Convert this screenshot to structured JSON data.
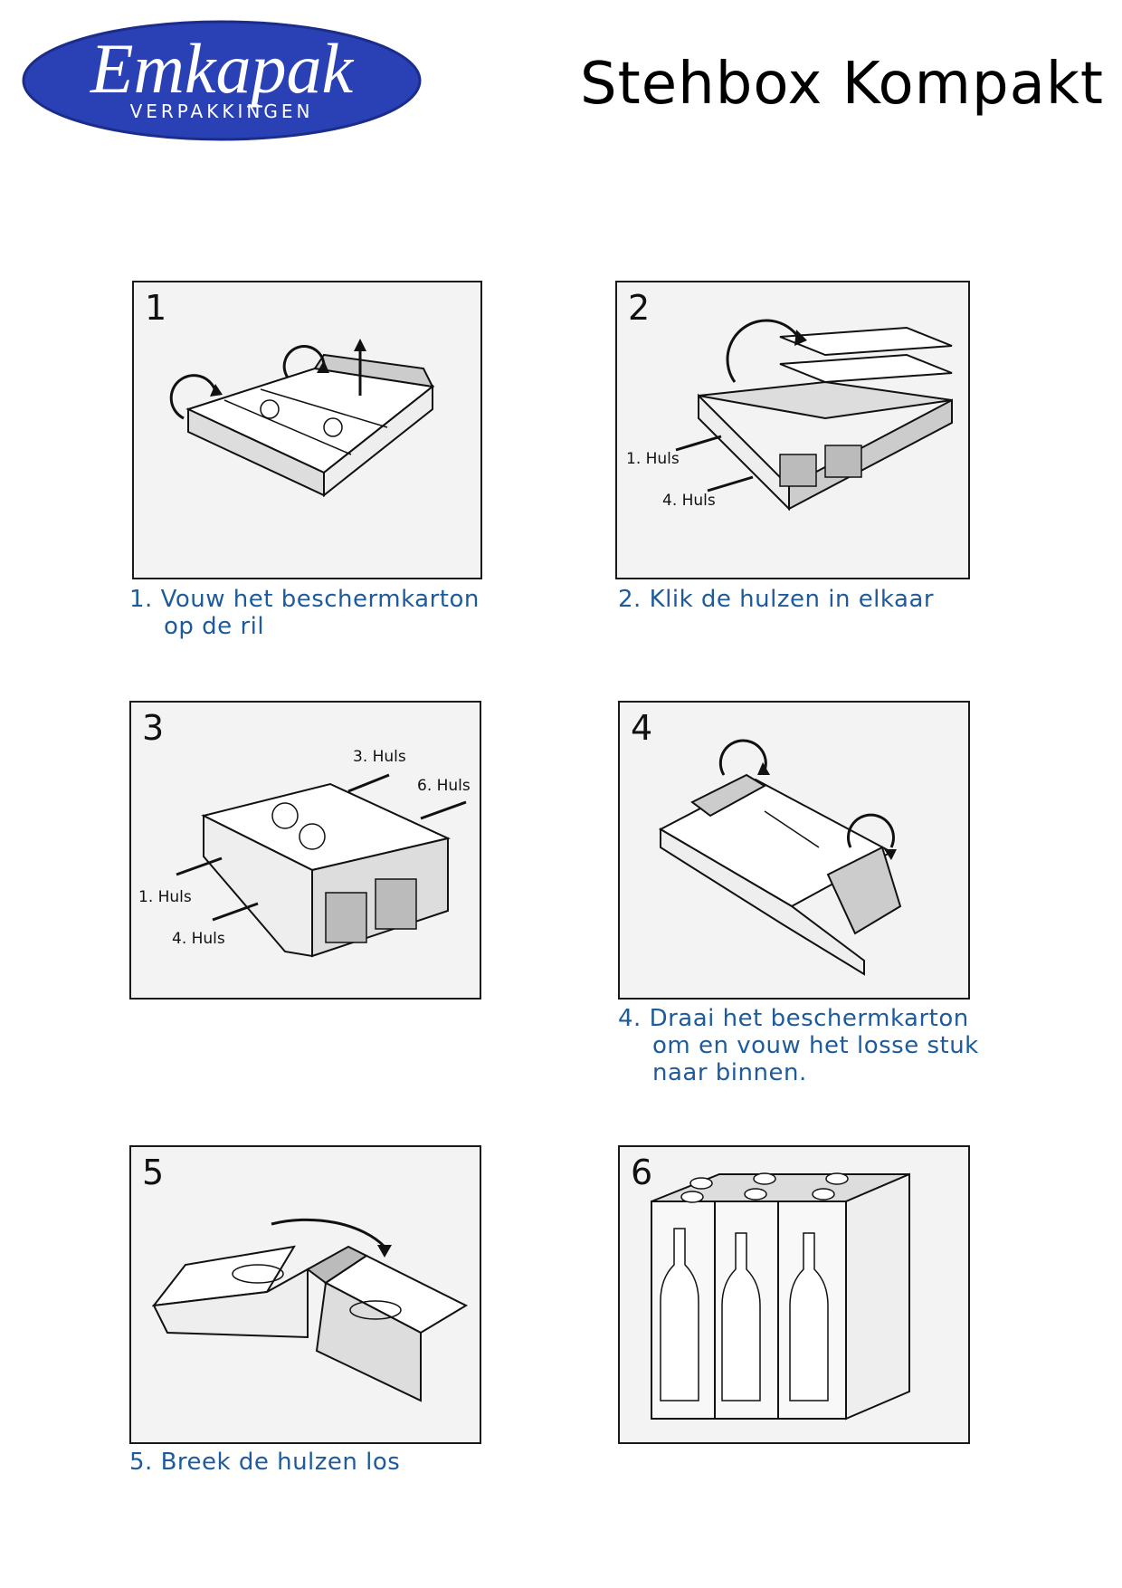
{
  "logo": {
    "brand": "Emkapak",
    "sub": "VERPAKKINGEN",
    "color": "#2a40b5"
  },
  "title": "Stehbox Kompakt",
  "caption_color": "#1e5b9c",
  "steps": [
    {
      "num": "1",
      "caption1": "1. Vouw het beschermkarton",
      "caption2": "op de ril"
    },
    {
      "num": "2",
      "caption1": "2. Klik de hulzen in elkaar",
      "labels": [
        "1. Huls",
        "4. Huls"
      ]
    },
    {
      "num": "3",
      "labels": [
        "3. Huls",
        "6. Huls",
        "1. Huls",
        "4. Huls"
      ]
    },
    {
      "num": "4",
      "caption1": "4. Draai het beschermkarton",
      "caption2": "om en vouw het losse stuk",
      "caption3": "naar binnen."
    },
    {
      "num": "5",
      "caption1": "5. Breek de hulzen los"
    },
    {
      "num": "6"
    }
  ]
}
